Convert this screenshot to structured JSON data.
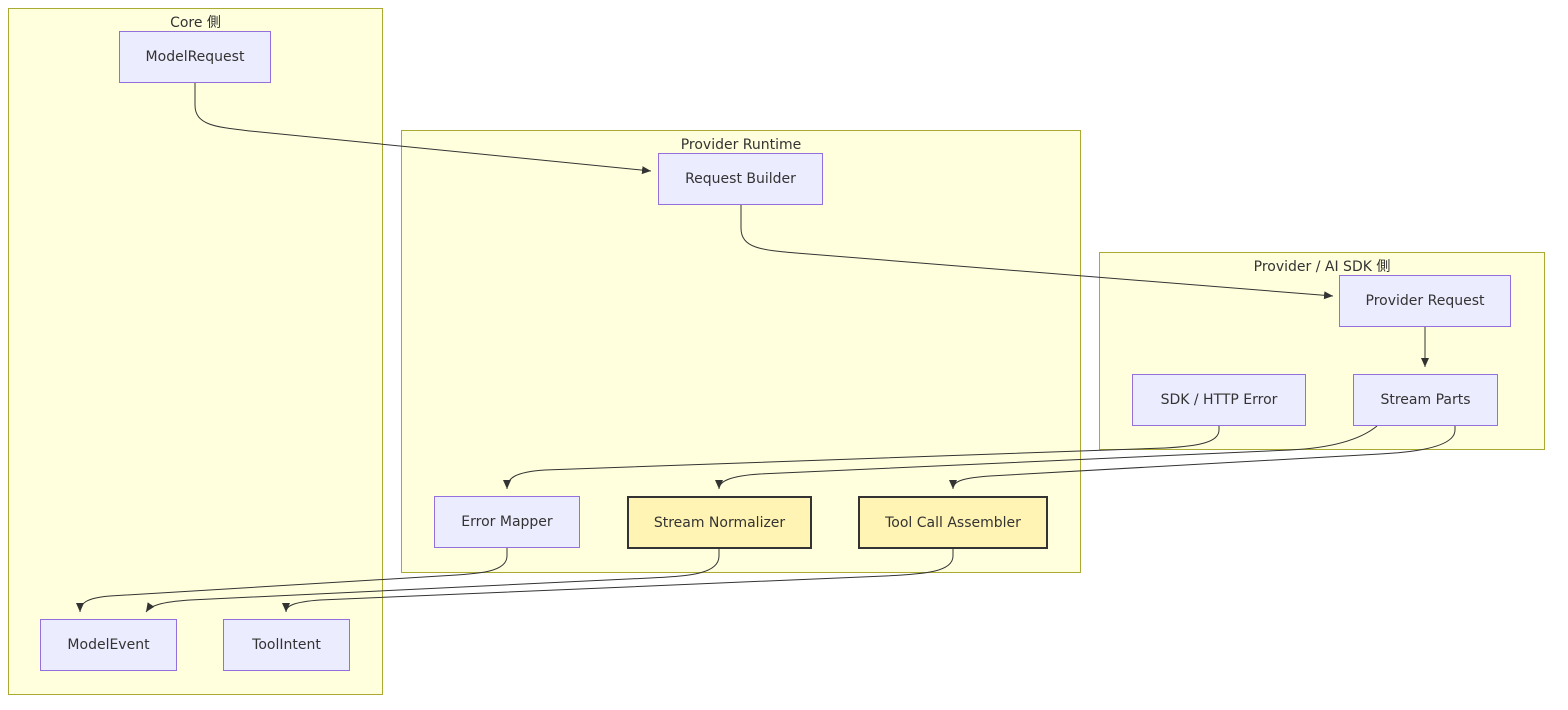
{
  "clusters": {
    "core": {
      "title": "Core 側"
    },
    "runtime": {
      "title": "Provider Runtime"
    },
    "provider": {
      "title": "Provider / AI SDK 側"
    }
  },
  "nodes": {
    "model_request": "ModelRequest",
    "request_builder": "Request Builder",
    "provider_request": "Provider Request",
    "sdk_http_error": "SDK / HTTP Error",
    "stream_parts": "Stream Parts",
    "error_mapper": "Error Mapper",
    "stream_normalizer": "Stream Normalizer",
    "tool_call_assembler": "Tool Call Assembler",
    "model_event": "ModelEvent",
    "tool_intent": "ToolIntent"
  },
  "edges": [
    {
      "from": "model_request",
      "to": "request_builder"
    },
    {
      "from": "request_builder",
      "to": "provider_request"
    },
    {
      "from": "provider_request",
      "to": "stream_parts"
    },
    {
      "from": "sdk_http_error",
      "to": "error_mapper"
    },
    {
      "from": "stream_parts",
      "to": "stream_normalizer"
    },
    {
      "from": "stream_parts",
      "to": "tool_call_assembler"
    },
    {
      "from": "error_mapper",
      "to": "model_event"
    },
    {
      "from": "stream_normalizer",
      "to": "model_event"
    },
    {
      "from": "tool_call_assembler",
      "to": "tool_intent"
    }
  ],
  "colors": {
    "cluster_fill": "#ffffde",
    "cluster_border": "#aaaa33",
    "node_fill": "#ececff",
    "node_border": "#9370db",
    "highlight_fill": "#fff4b3",
    "highlight_border": "#333333",
    "edge": "#333333"
  }
}
